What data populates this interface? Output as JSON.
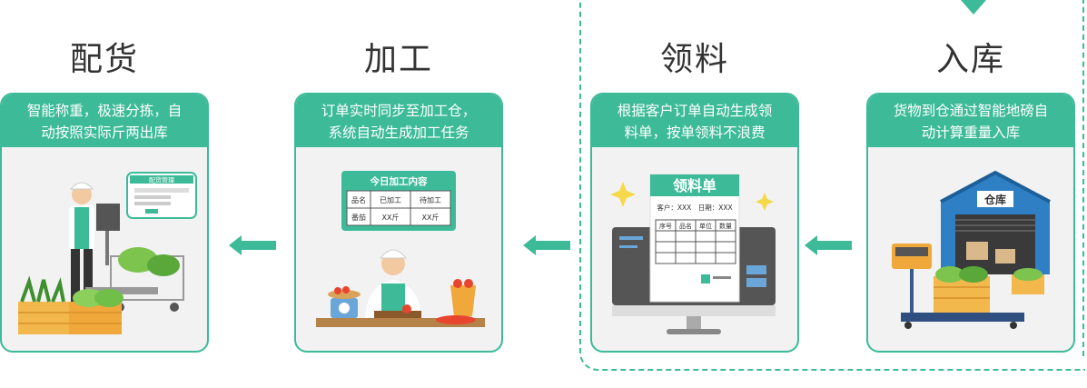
{
  "steps": [
    {
      "id": "distribution",
      "title": "配货",
      "desc_lines": [
        "智能称重，极速分拣，自",
        "动按照实际斤两出库"
      ]
    },
    {
      "id": "processing",
      "title": "加工",
      "desc_lines": [
        "订单实时同步至加工仓，",
        "系统自动生成加工任务"
      ]
    },
    {
      "id": "picking",
      "title": "领料",
      "desc_lines": [
        "根据客户订单自动生成领",
        "料单，按单领料不浪费"
      ]
    },
    {
      "id": "storage",
      "title": "入库",
      "desc_lines": [
        "货物到仓通过智能地磅自",
        "动计算重量入库"
      ]
    }
  ],
  "distribution_screen": {
    "title": "配货管理"
  },
  "processing_board": {
    "title": "今日加工内容",
    "headers": [
      "品名",
      "已加工",
      "待加工"
    ],
    "row": [
      "番茄",
      "XX斤",
      "XX斤"
    ]
  },
  "picking_sheet": {
    "title": "领料单",
    "customer_line": "客户：XXX　日期：XXX",
    "headers": [
      "序号",
      "品名",
      "单位",
      "数量"
    ]
  },
  "warehouse": {
    "sign": "仓库"
  },
  "colors": {
    "accent": "#3dbb99",
    "accent_dark": "#1f8f73",
    "card_bg": "#f2f2f2",
    "title_text": "#333333"
  }
}
